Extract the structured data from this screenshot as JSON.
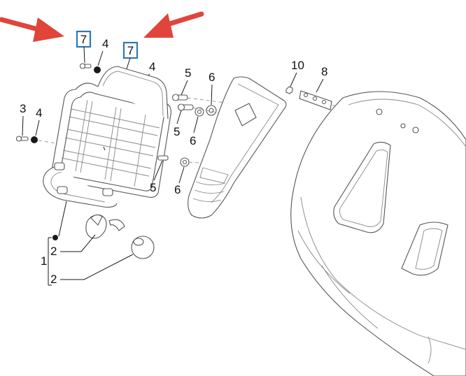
{
  "colors": {
    "arrow": "#e0453b",
    "callout_box": "#2e78b7",
    "line": "#1a1a1a",
    "part_stroke": "#555555"
  },
  "labels": {
    "callout_a": "7",
    "callout_b": "7",
    "washer_top_left": "4",
    "washer_top_mid": "4",
    "washer_left": "4",
    "screw_left": "3",
    "bolt_upper": "5",
    "bolt_lower": "5",
    "bolt_rack": "5",
    "spacer_upper": "6",
    "spacer_mid": "6",
    "spacer_lower": "6",
    "nut_right": "10",
    "bracket_right": "8",
    "kit": "1",
    "part_upper": "2",
    "part_lower": "2"
  }
}
